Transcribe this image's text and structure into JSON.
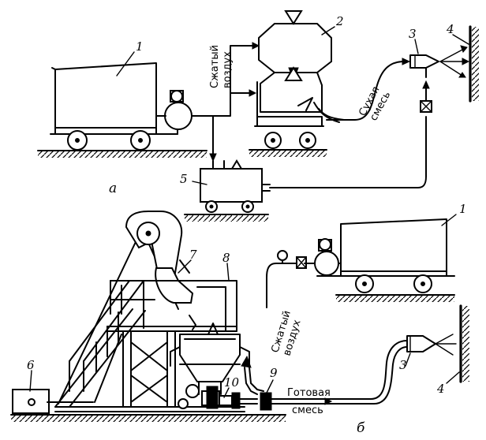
{
  "labels": {
    "n1": "1",
    "n2": "2",
    "n3": "3",
    "n4": "4",
    "n5": "5",
    "n6": "6",
    "n7": "7",
    "n8": "8",
    "n9": "9",
    "n10": "10"
  },
  "texts": {
    "air_a_1": "Сжатый",
    "air_a_2": "воздух",
    "dry_1": "Сухая",
    "dry_2": "смесь",
    "air_b_1": "Сжатый",
    "air_b_2": "воздух",
    "ready_1": "Готовая",
    "ready_2": "смесь"
  },
  "subfigures": {
    "a": "а",
    "b": "б"
  }
}
